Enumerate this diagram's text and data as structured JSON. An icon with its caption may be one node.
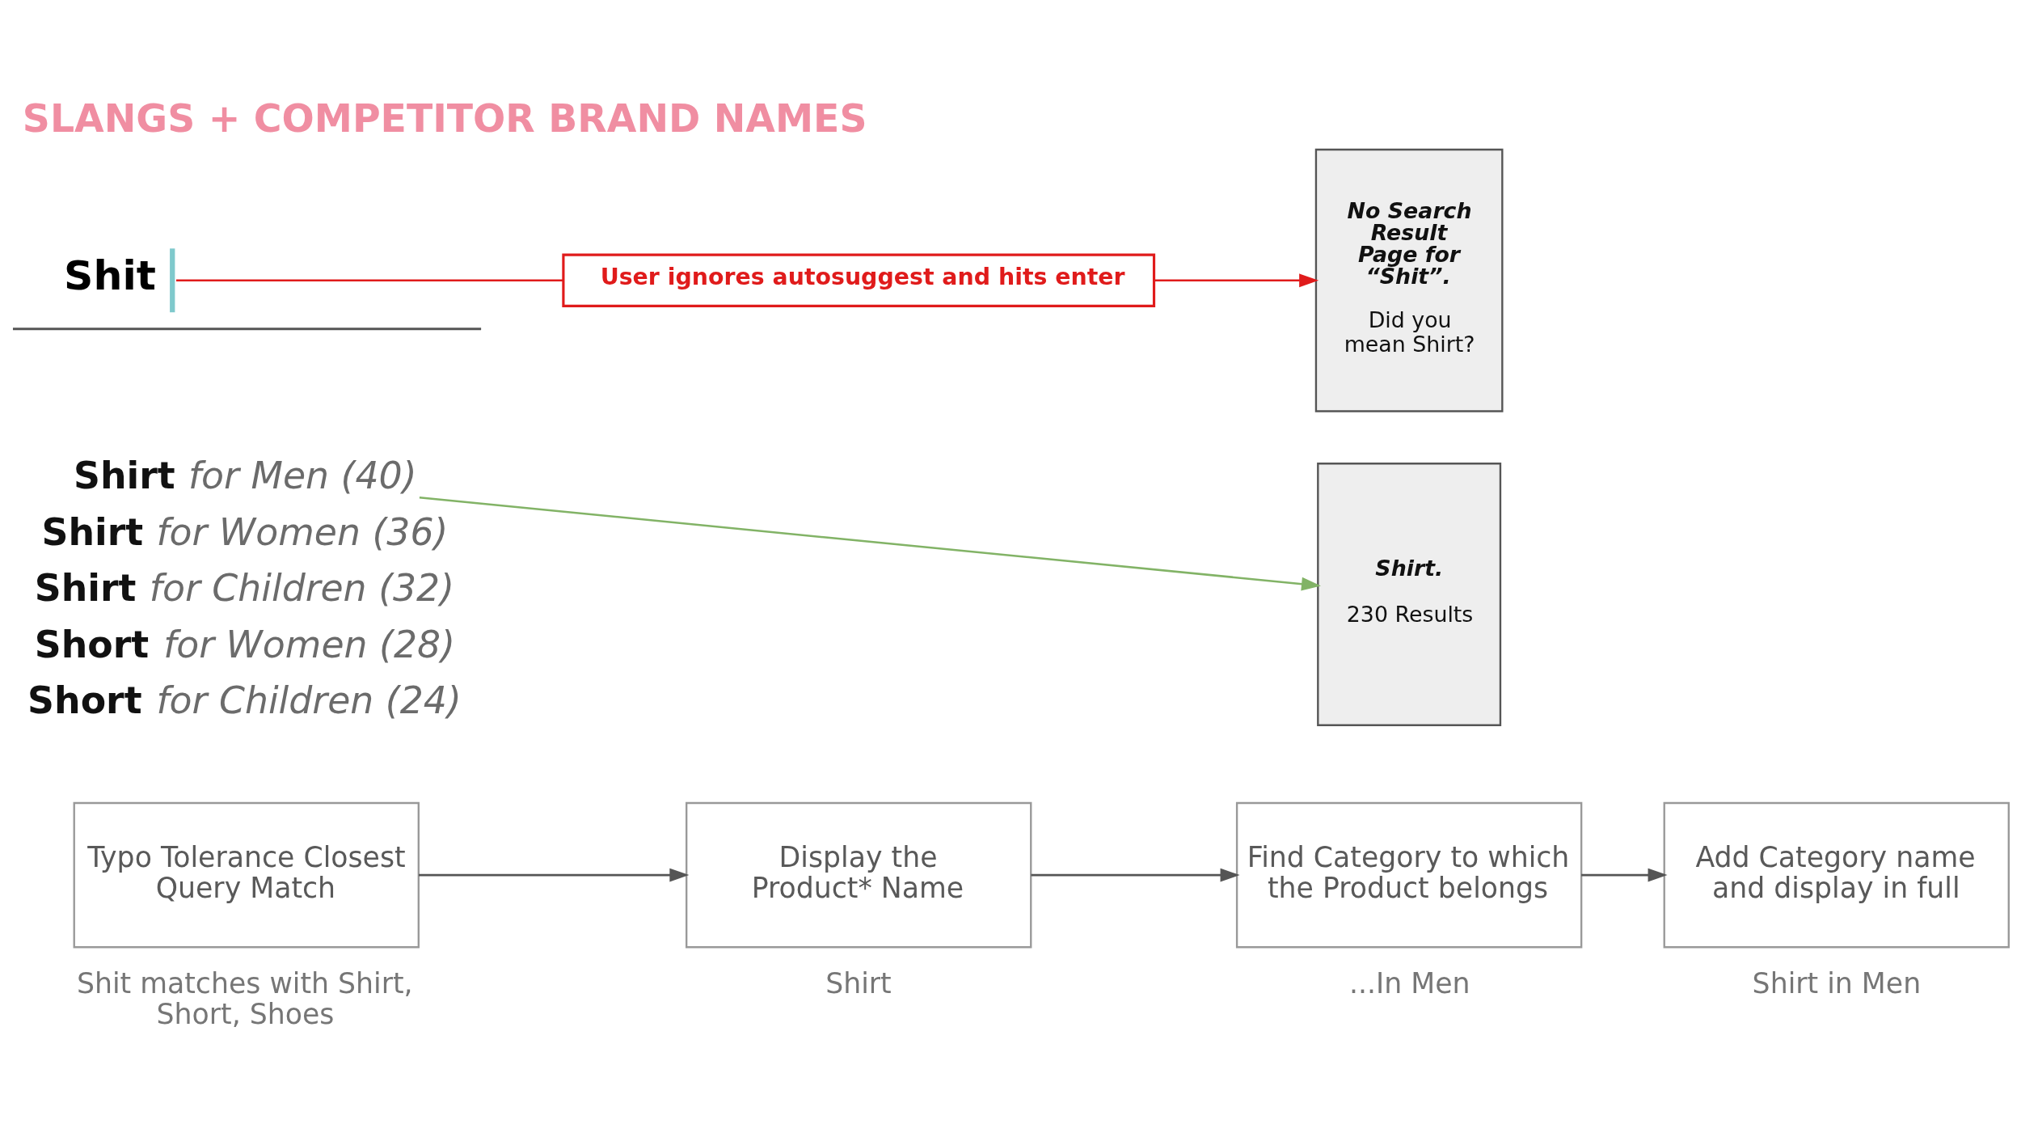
{
  "diagram": {
    "title": "SLANGS + COMPETITOR BRAND NAMES",
    "nodes": [
      {
        "text": [
          "Shit"
        ]
      },
      {
        "text": [
          "User ignores autosuggest and hits enter"
        ]
      },
      {
        "text": [
          "No Search Result Page for “Shit”.",
          "Did you mean Shirt?"
        ]
      },
      {
        "text": [
          "**Shirt** *for Men (40)*"
        ]
      },
      {
        "text": [
          "Shirt.",
          "230 Results"
        ]
      },
      {
        "text": [
          "Typo Tolerance Closest Query Match"
        ],
        "beside": [
          "Shit matches with Shirt, Short, Shoes"
        ]
      },
      {
        "text": [
          "Display the Product* Name"
        ],
        "beside": [
          "Shirt"
        ]
      },
      {
        "text": [
          "Find Category to which the Product belongs"
        ],
        "beside": [
          "...In Men"
        ]
      },
      {
        "text": [
          "Add Category name and display in full"
        ],
        "beside": [
          "Shirt in Men"
        ]
      }
    ],
    "edges": [
      {
        "from": 0,
        "to": 1,
        "arrow": "none",
        "color": "#e01b1b"
      },
      {
        "from": 1,
        "to": 2,
        "arrow": "to",
        "color": "#e01b1b"
      },
      {
        "from": 3,
        "to": 4,
        "arrow": "to",
        "color": "#82b366"
      },
      {
        "from": 5,
        "to": 6,
        "arrow": "to"
      },
      {
        "from": 6,
        "to": 7,
        "arrow": "to"
      },
      {
        "from": 7,
        "to": 8,
        "arrow": "to"
      }
    ],
    "labels": [
      "**Shirt** *for Women (36)*",
      "**Shirt** *for Children (32)*",
      "**Short** *for Women (28)*",
      "**Short** *for Children (24)*"
    ]
  }
}
